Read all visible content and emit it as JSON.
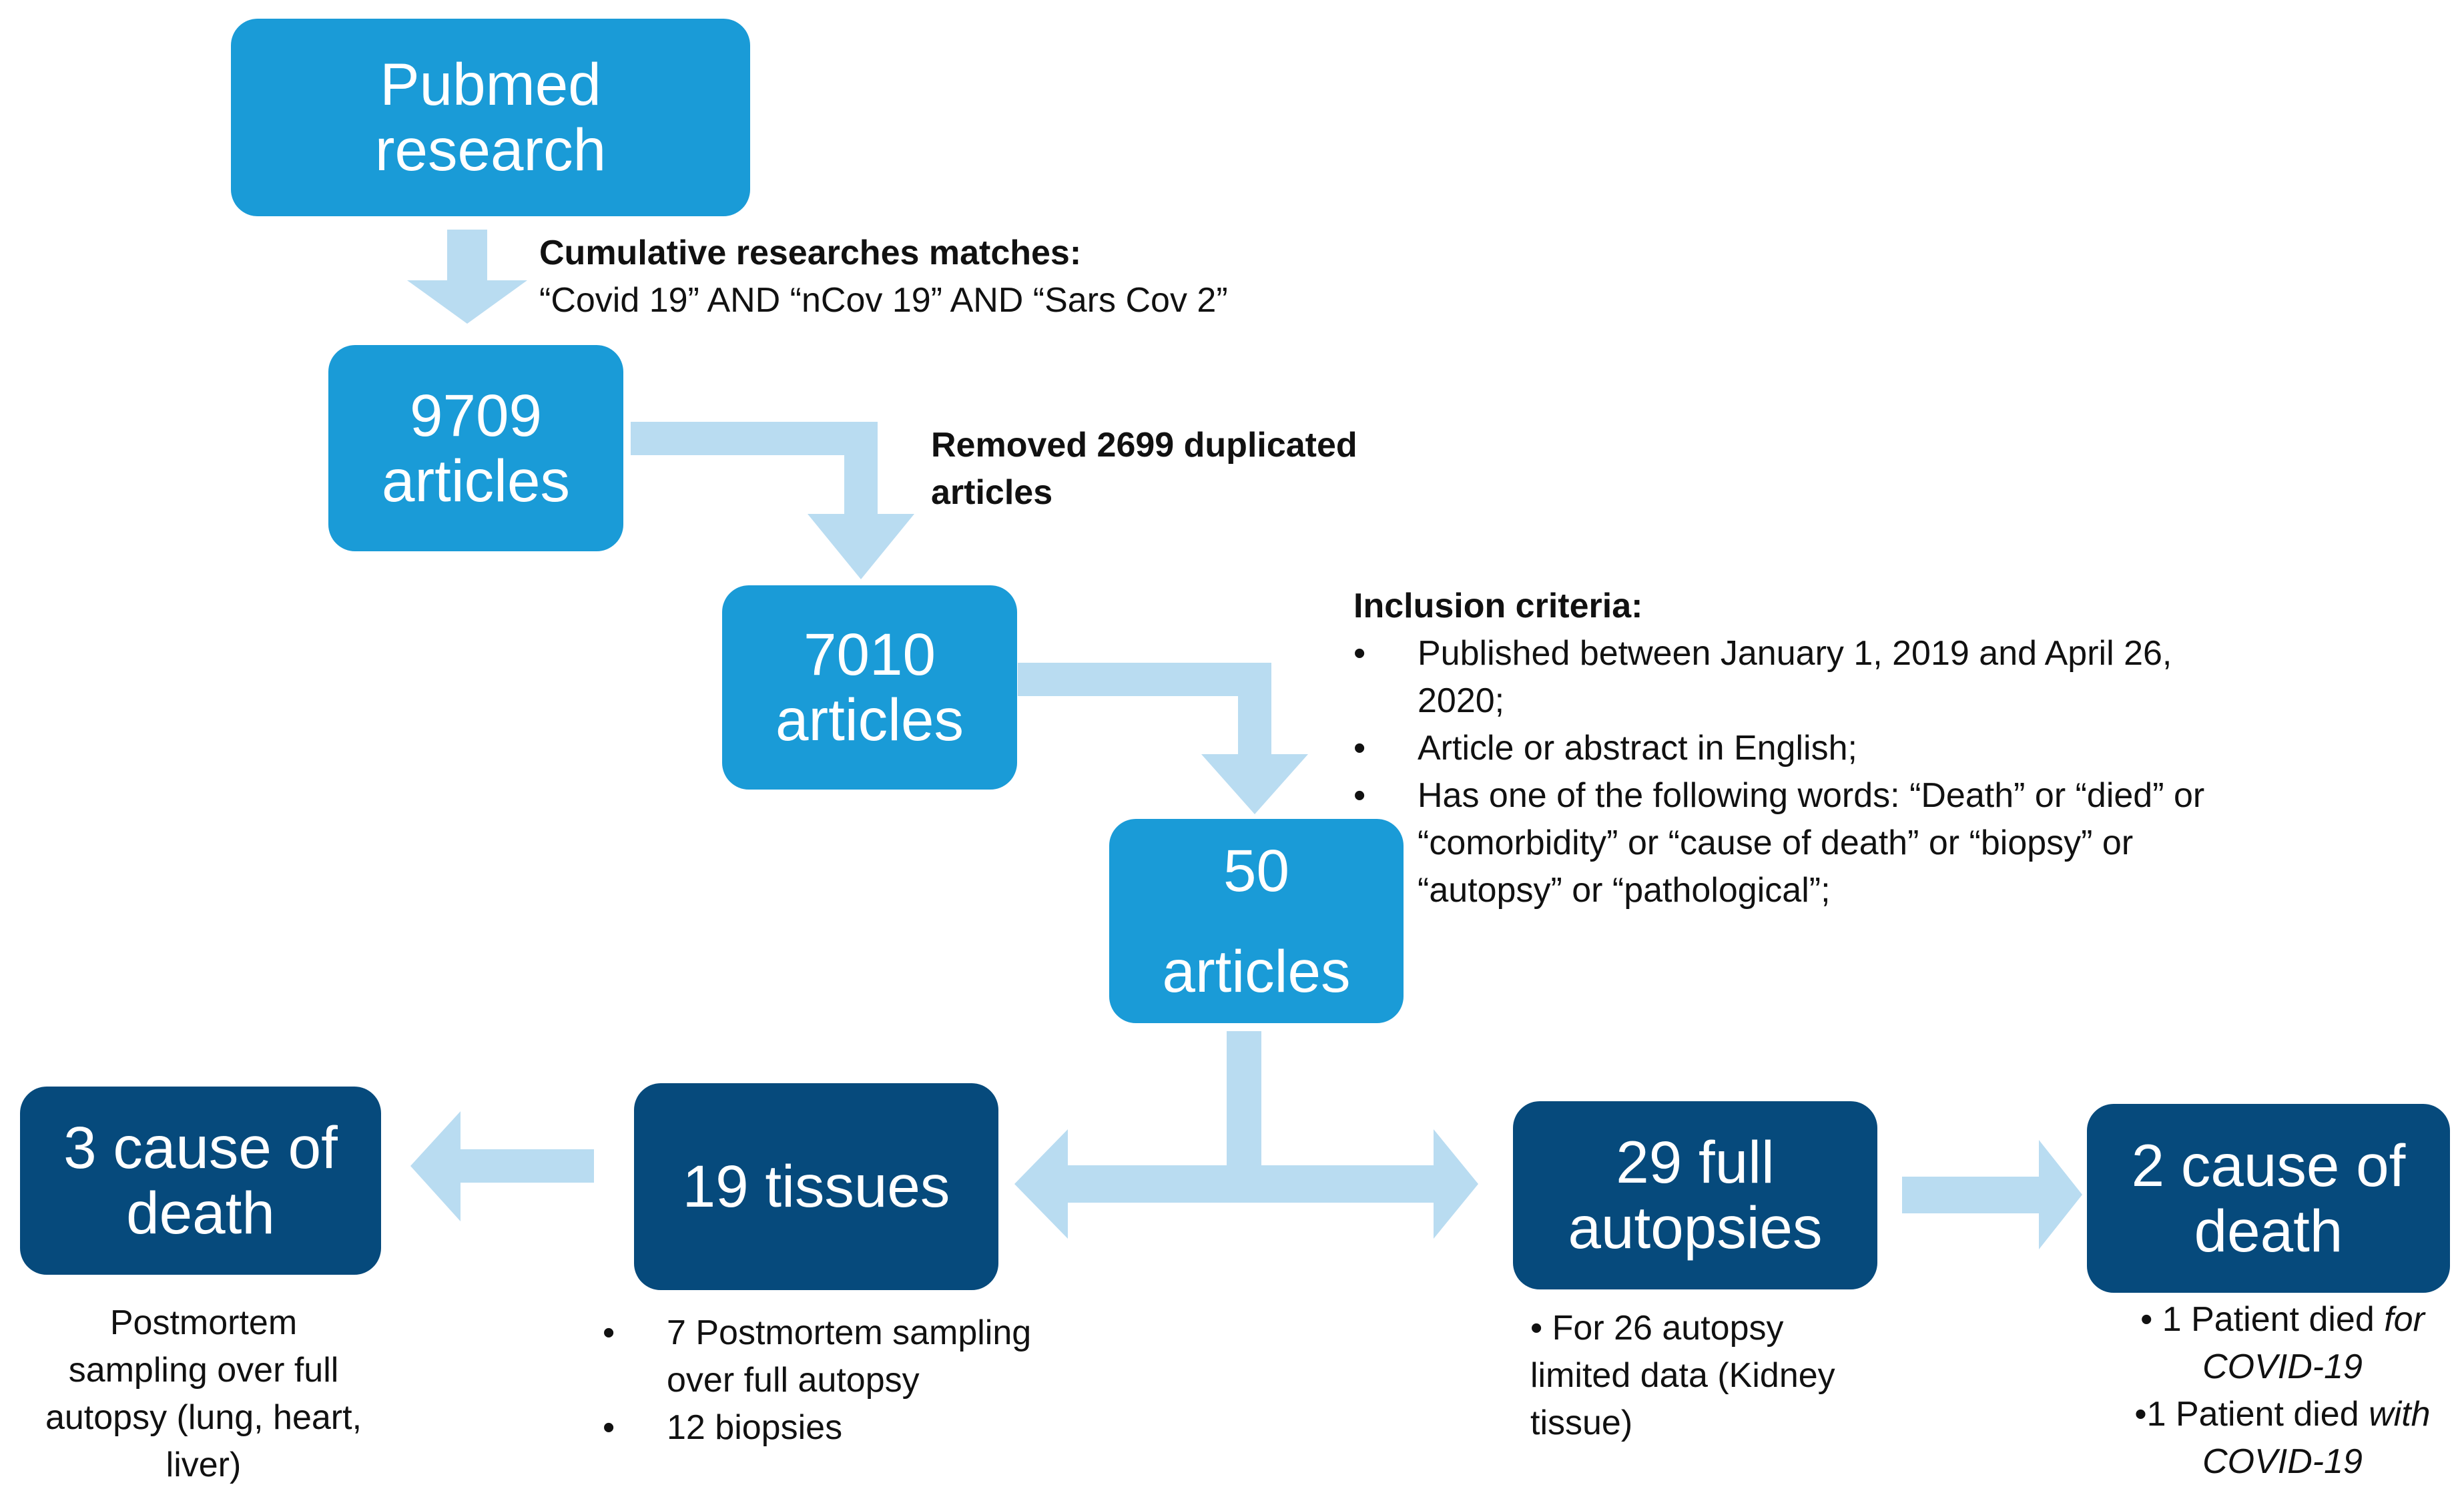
{
  "boxes": {
    "pubmed": {
      "line1": "Pubmed",
      "line2": "research"
    },
    "n9709": {
      "line1": "9709",
      "line2": "articles"
    },
    "n7010": {
      "line1": "7010",
      "line2": "articles"
    },
    "n50": {
      "line1": "50",
      "line2": "articles"
    },
    "cause3": {
      "line1": "3 cause of",
      "line2": "death"
    },
    "tissues19": {
      "line1": "19 tissues"
    },
    "autopsies29": {
      "line1": "29 full",
      "line2": "autopsies"
    },
    "cause2": {
      "line1": "2 cause of",
      "line2": "death"
    }
  },
  "notes": {
    "cumulative": {
      "heading": "Cumulative researches matches:",
      "text": "“Covid 19” AND “nCov 19” AND “Sars Cov 2”"
    },
    "removed": {
      "line1": "Removed 2699 duplicated",
      "line2": "articles"
    },
    "inclusion": {
      "heading": "Inclusion criteria:",
      "bullet": "•",
      "item1_line1": "Published between January 1, 2019 and April 26,",
      "item1_line2": "2020;",
      "item2": "Article or abstract in English;",
      "item3_line1": "Has one of the following words: “Death” or “died” or",
      "item3_line2": "“comorbidity” or “cause of death” or “biopsy” or",
      "item3_line3": "“autopsy” or “pathological”;"
    },
    "postmortem": {
      "line1": "Postmortem",
      "line2": "sampling over full",
      "line3": "autopsy (lung, heart,",
      "line4": "liver)"
    },
    "tissues": {
      "bullet": "•",
      "item1_line1": "7 Postmortem sampling",
      "item1_line2": "over full autopsy",
      "item2": "12 biopsies"
    },
    "autopsy": {
      "line1": "• For 26 autopsy",
      "line2": "limited data (Kidney",
      "line3": "tissue)"
    },
    "patients": {
      "l1_pre": "• 1 Patient died ",
      "l1_em": "for",
      "l2_em": "COVID-19",
      "l3_pre": "•1 Patient died ",
      "l3_em": "with",
      "l4_em": "COVID-19"
    }
  },
  "colors": {
    "box_light": "#1a9bd7",
    "box_dark": "#064a7c",
    "arrow": "#b9dcf1",
    "text": "#111111"
  }
}
